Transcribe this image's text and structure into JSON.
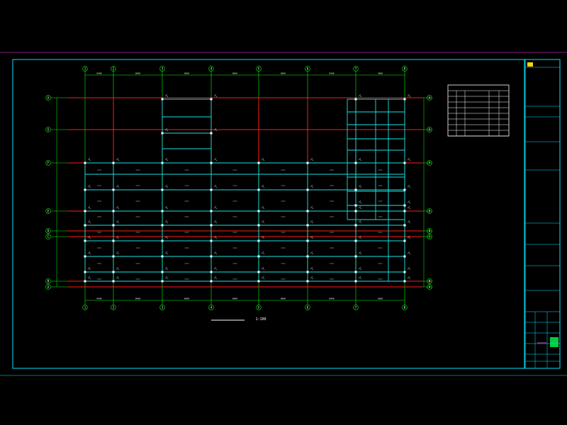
{
  "drawing": {
    "title": "",
    "scale_label": "1:100",
    "colors": {
      "background": "#000000",
      "frame": "#00e5ff",
      "title_block": "#00e5ff",
      "axis": "#00ff00",
      "red_beam": "#ff1a1a",
      "blue_beam": "#19e3e3",
      "text": "#ffffff",
      "accent": "#ff33ff"
    }
  },
  "grid": {
    "x_axes": [
      "1",
      "2",
      "3",
      "4",
      "5",
      "6",
      "7",
      "8"
    ],
    "y_axes": [
      "A",
      "B",
      "C",
      "D",
      "E",
      "F",
      "G"
    ],
    "dimensions": [
      "3600",
      "8400",
      "8400",
      "8400",
      "8400",
      "8400",
      "8400",
      "3600"
    ]
  },
  "schedule": {
    "title": "",
    "columns": [
      "",
      "",
      "",
      ""
    ],
    "rows": [
      [
        "",
        "",
        "",
        ""
      ],
      [
        "",
        "",
        "",
        ""
      ],
      [
        "",
        "",
        "",
        ""
      ],
      [
        "",
        "",
        "",
        ""
      ],
      [
        "",
        "",
        "",
        ""
      ],
      [
        "",
        "",
        "",
        ""
      ],
      [
        "",
        "",
        "",
        ""
      ],
      [
        "",
        "",
        "",
        ""
      ]
    ]
  },
  "title_block": {
    "rows": [
      "",
      "",
      "",
      "",
      "",
      "",
      "",
      "",
      ""
    ]
  }
}
